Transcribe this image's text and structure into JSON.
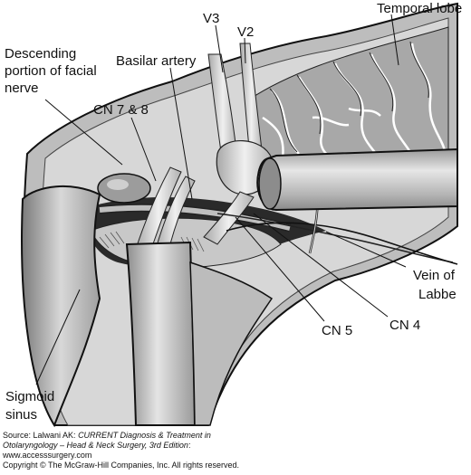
{
  "figure": {
    "labels": {
      "temporal_lobe": "Temporal lobe",
      "v3": "V3",
      "v2": "V2",
      "basilar_artery": "Basilar artery",
      "descending_facial_1": "Descending",
      "descending_facial_2": "portion of facial",
      "descending_facial_3": "nerve",
      "cn78": "CN 7 & 8",
      "vein_labbe_1": "Vein of",
      "vein_labbe_2": "Labbe",
      "cn4": "CN 4",
      "cn5": "CN 5",
      "sigmoid_1": "Sigmoid",
      "sigmoid_2": "sinus"
    }
  },
  "source": {
    "prefix": "Source: Lalwani AK: ",
    "title_1": "CURRENT Diagnosis & Treatment in",
    "title_2": "Otolaryngology – Head & Neck Surgery, 3rd Edition",
    "suffix_2": ":",
    "website": "www.accesssurgery.com",
    "copyright": "Copyright © The McGraw-Hill Companies, Inc. All rights reserved."
  }
}
